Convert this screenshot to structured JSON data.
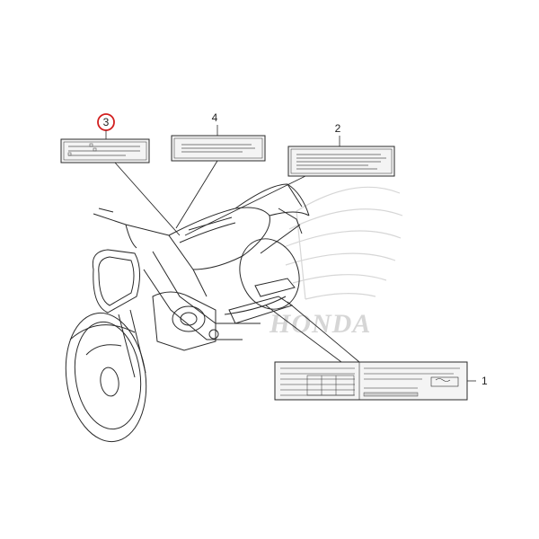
{
  "diagram": {
    "watermark_text": "HONDA",
    "callouts": [
      {
        "id": "1",
        "label": "1"
      },
      {
        "id": "2",
        "label": "2"
      },
      {
        "id": "3",
        "label": "3",
        "highlighted": true
      },
      {
        "id": "4",
        "label": "4"
      }
    ],
    "colors": {
      "line": "#2a2a2a",
      "label_fill": "#f4f4f4",
      "watermark": "#d6d6d6",
      "highlight": "#d21f1f"
    }
  }
}
